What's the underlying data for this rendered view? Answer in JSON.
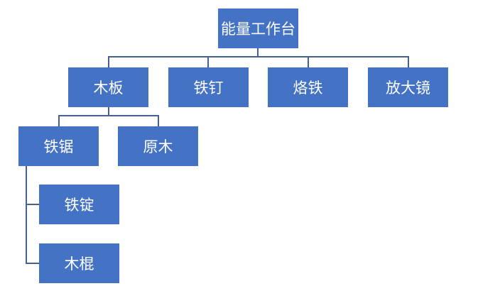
{
  "root": {
    "label": "能量工作台"
  },
  "level1": [
    {
      "label": "木板"
    },
    {
      "label": "铁钉"
    },
    {
      "label": "烙铁"
    },
    {
      "label": "放大镜"
    }
  ],
  "level2": [
    {
      "label": "铁锯"
    },
    {
      "label": "原木"
    }
  ],
  "level3": [
    {
      "label": "铁锭"
    },
    {
      "label": "木棍"
    }
  ],
  "colors": {
    "box": "#4472C4",
    "line": "#44618F",
    "text": "#FFFFFF"
  }
}
